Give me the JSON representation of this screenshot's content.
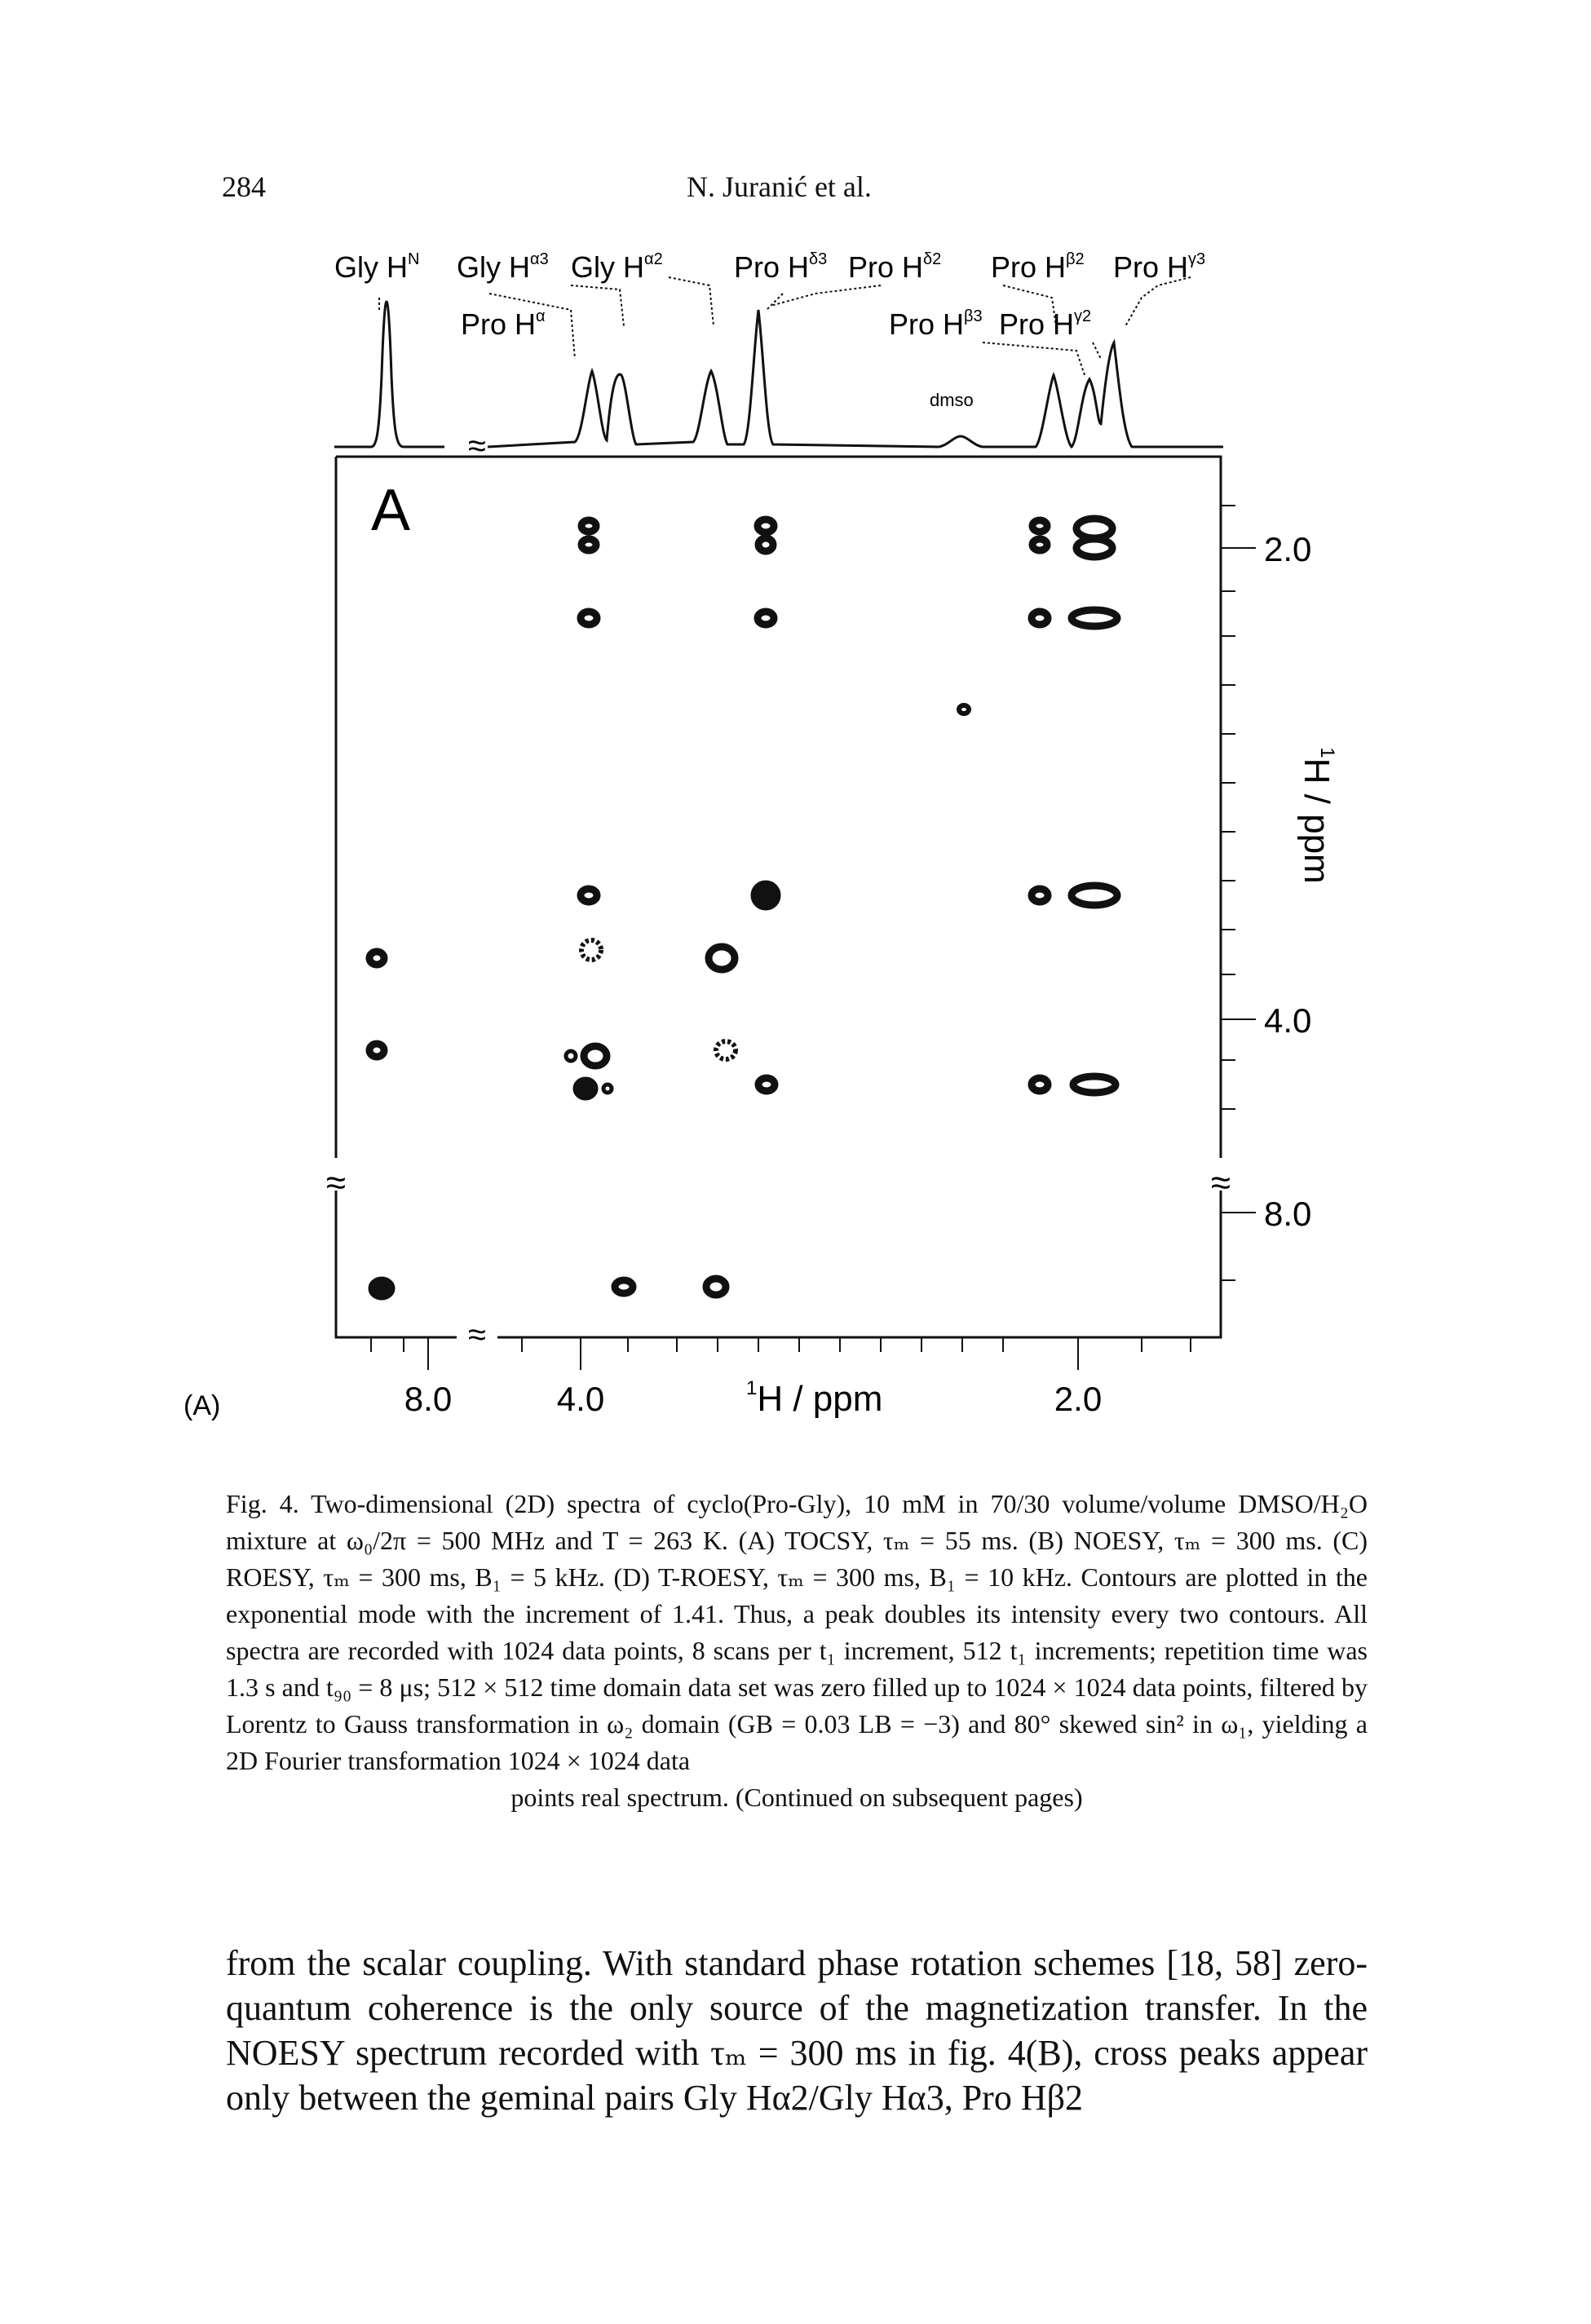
{
  "header": {
    "page_number": "284",
    "running_head": "N. Juranić et al."
  },
  "figure": {
    "panel_tag": "(A)",
    "panel_letter": "A",
    "top_labels": [
      "Gly H",
      "Gly H",
      "Gly H",
      "Pro H",
      "Pro H",
      "Pro H",
      "Pro H",
      "Pro H",
      "Pro H",
      "Pro H"
    ],
    "top_labels_sup": [
      "N",
      "α3",
      "α2",
      "δ3",
      "δ2",
      "β2",
      "γ3",
      "α",
      "β3",
      "γ2"
    ],
    "dmso_label": "dmso",
    "x_ticks": [
      "8.0",
      "4.0",
      "2.0"
    ],
    "x_axis_label_sup": "1",
    "x_axis_label": "H / ppm",
    "y_ticks": [
      "2.0",
      "4.0",
      "8.0"
    ],
    "y_axis_label_sup": "1",
    "y_axis_label": "H / ppm",
    "break_symbol": "≈"
  },
  "caption": {
    "text": "Fig. 4. Two-dimensional (2D) spectra of cyclo(Pro-Gly), 10 mM in 70/30 volume/volume DMSO/H₂O mixture at ω₀/2π = 500 MHz and T = 263 K. (A) TOCSY, τₘ = 55 ms. (B) NOESY, τₘ = 300 ms. (C) ROESY, τₘ = 300 ms, B₁ = 5 kHz. (D) T-ROESY, τₘ = 300 ms, B₁ = 10 kHz. Contours are plotted in the exponential mode with the increment of 1.41. Thus, a peak doubles its intensity every two contours. All spectra are recorded with 1024 data points, 8 scans per t₁ increment, 512 t₁ increments; repetition time was 1.3 s and t₉₀ = 8 μs; 512 × 512 time domain data set was zero filled up to 1024 × 1024 data points, filtered by Lorentz to Gauss transformation in ω₂ domain (GB = 0.03 LB = −3) and 80° skewed sin² in ω₁, yielding a 2D Fourier transformation 1024 × 1024 data",
    "last_line": "points real spectrum. (Continued on subsequent pages)"
  },
  "body": {
    "paragraph": "from the scalar coupling. With standard phase rotation schemes [18, 58] zero-quantum coherence is the only source of the magnetization transfer. In the NOESY spectrum recorded with τₘ = 300 ms in fig. 4(B), cross peaks appear only between the geminal pairs Gly Hα2/Gly Hα3, Pro Hβ2"
  }
}
